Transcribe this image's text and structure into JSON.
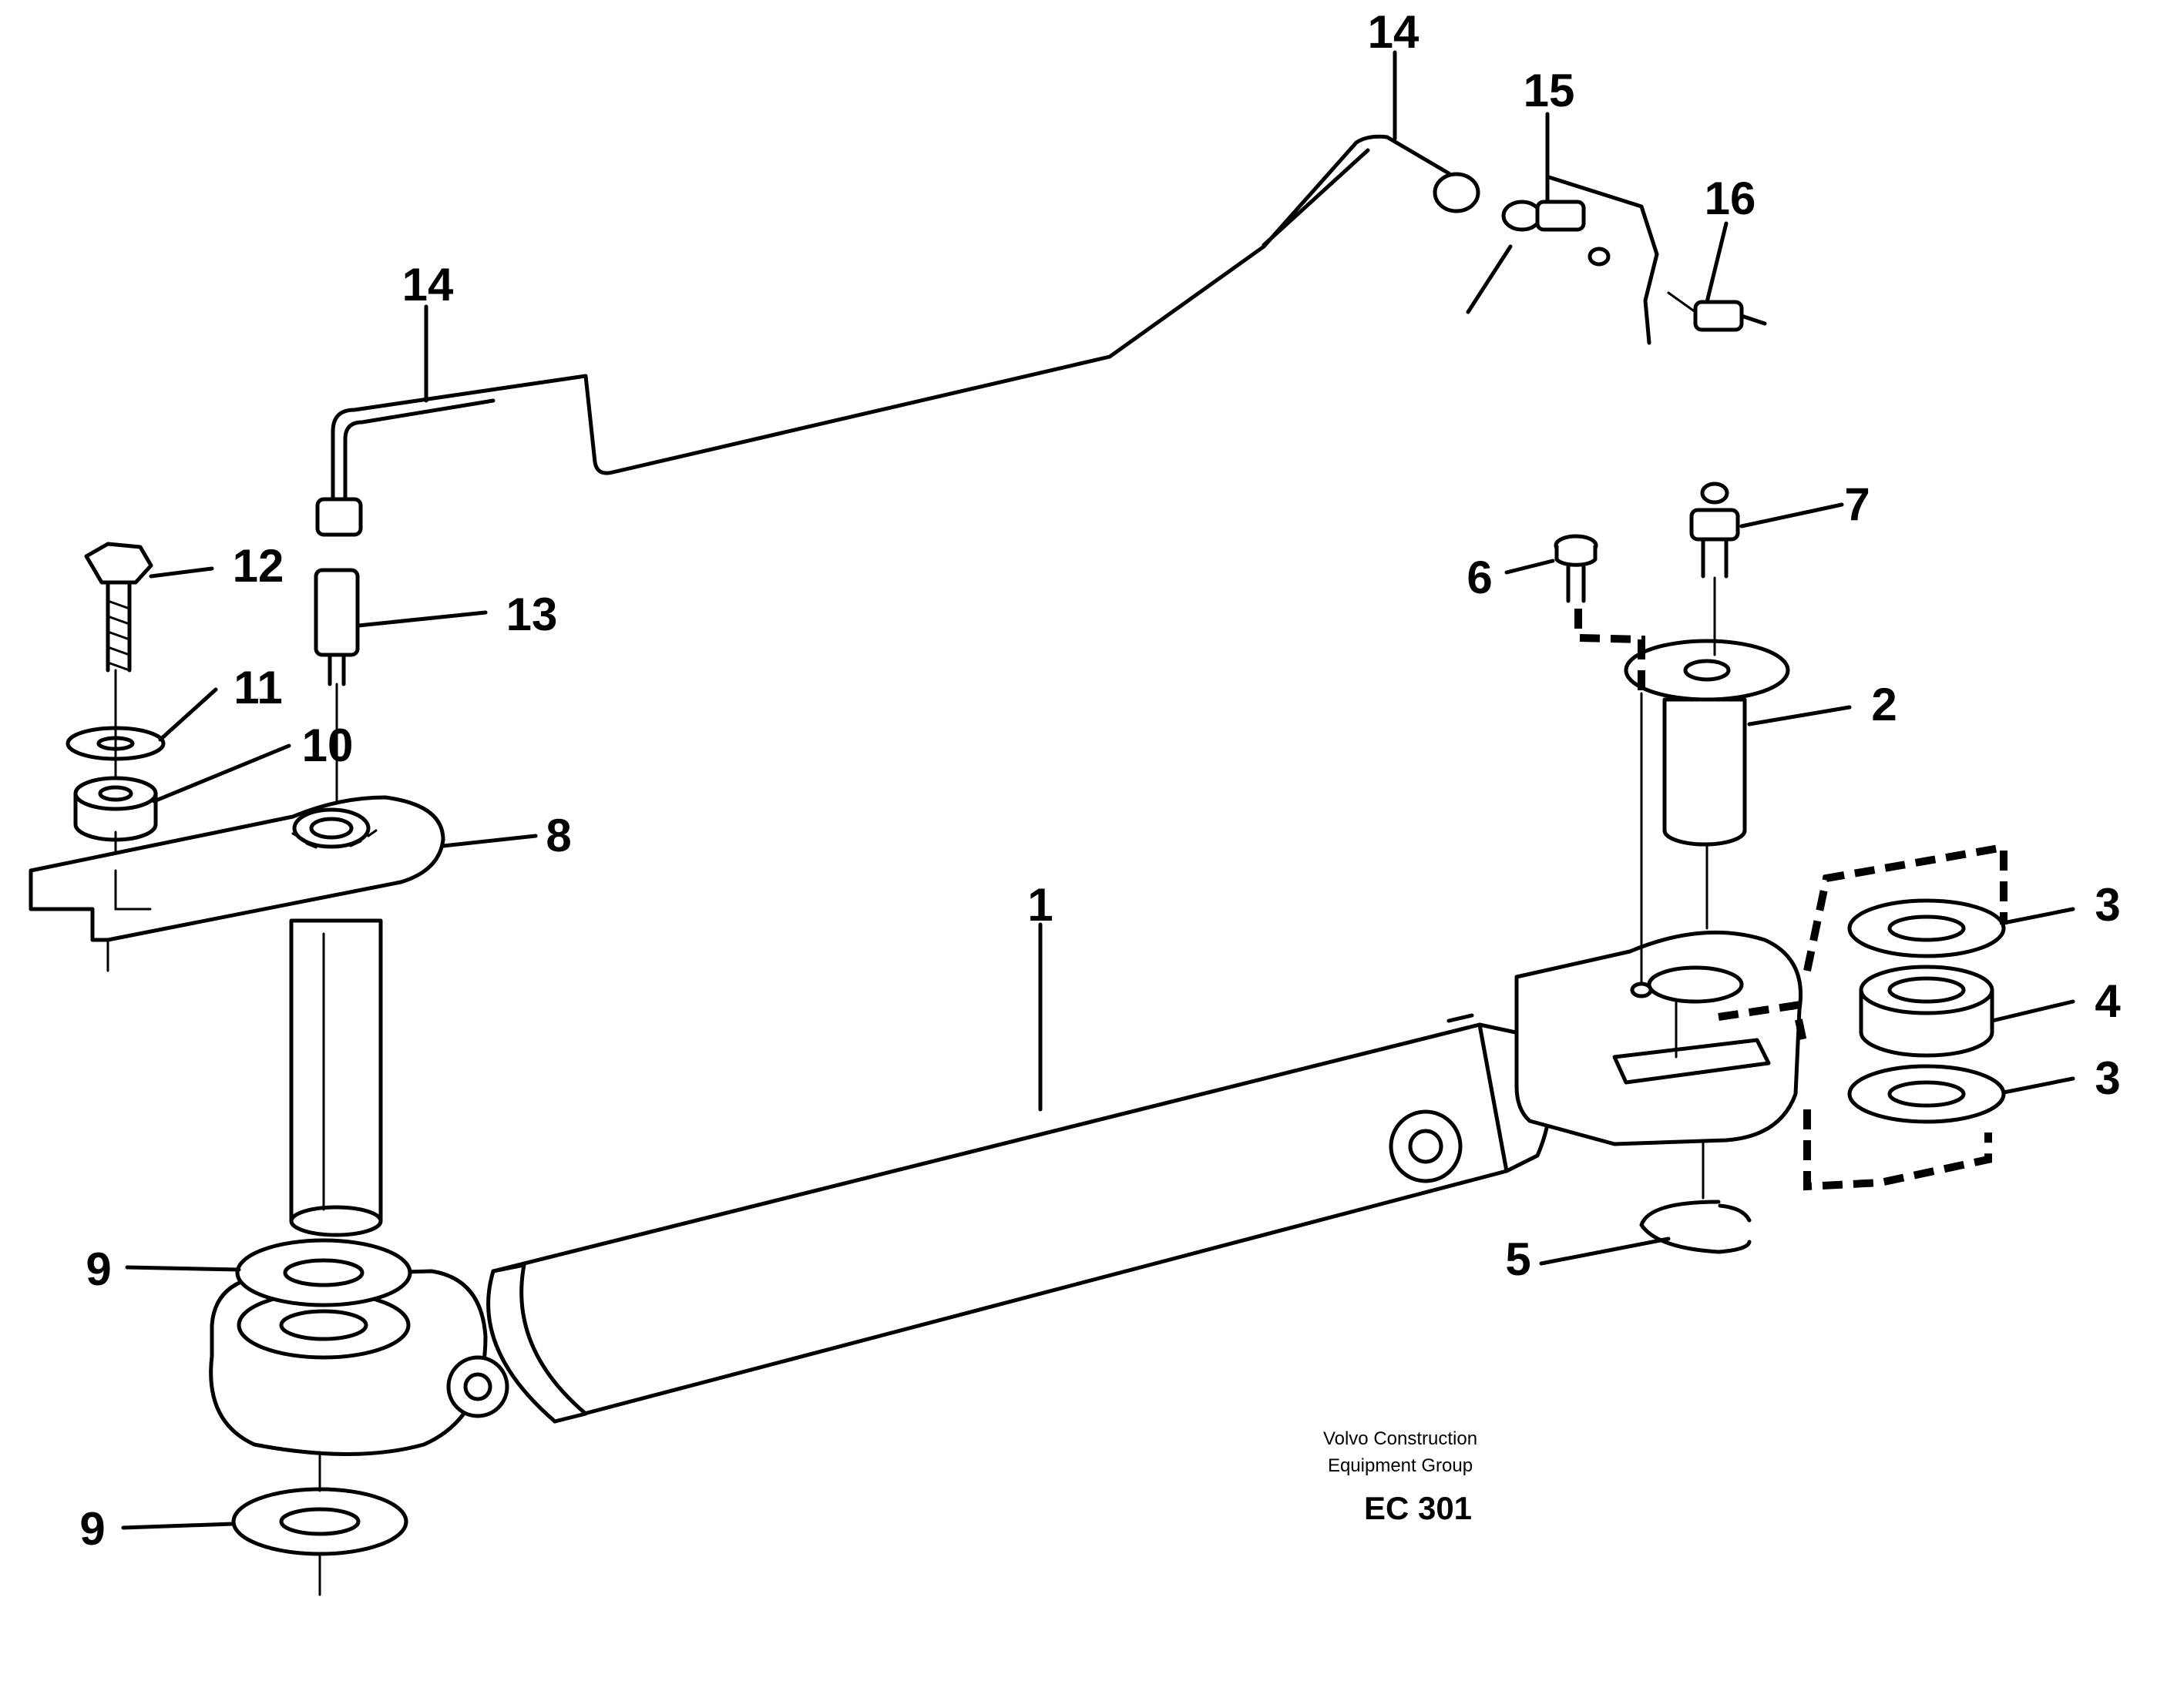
{
  "callouts": {
    "c1": "1",
    "c2": "2",
    "c3a": "3",
    "c3b": "3",
    "c4": "4",
    "c5": "5",
    "c6": "6",
    "c7": "7",
    "c8": "8",
    "c9a": "9",
    "c9b": "9",
    "c10": "10",
    "c11": "11",
    "c12": "12",
    "c13": "13",
    "c14a": "14",
    "c14b": "14",
    "c15": "15",
    "c16": "16"
  },
  "caption": {
    "line1": "Volvo Construction",
    "line2": "Equipment Group",
    "code": "EC 301"
  }
}
